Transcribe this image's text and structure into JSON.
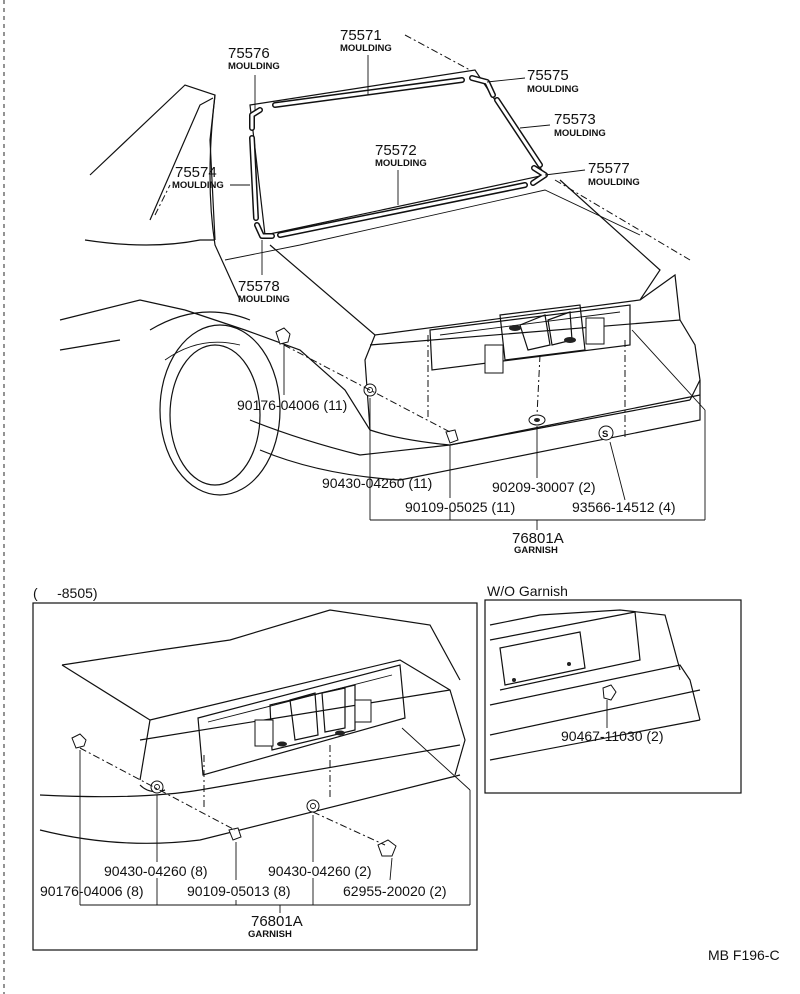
{
  "top": {
    "mouldings": [
      {
        "number": "75571",
        "name": "MOULDING"
      },
      {
        "number": "75576",
        "name": "MOULDING"
      },
      {
        "number": "75575",
        "name": "MOULDING"
      },
      {
        "number": "75573",
        "name": "MOULDING"
      },
      {
        "number": "75574",
        "name": "MOULDING"
      },
      {
        "number": "75572",
        "name": "MOULDING"
      },
      {
        "number": "75577",
        "name": "MOULDING"
      },
      {
        "number": "75578",
        "name": "MOULDING"
      }
    ],
    "parts": [
      "90176-04006 (11)",
      "90430-04260 (11)",
      "90209-30007 (2)",
      "90109-05025 (11)",
      "93566-14512 (4)"
    ],
    "garnish": {
      "number": "76801A",
      "name": "GARNISH"
    },
    "screw_symbol": "S"
  },
  "inset_left": {
    "header": "(     -8505)",
    "parts": [
      "90430-04260 (8)",
      "90430-04260 (2)",
      "90176-04006 (8)",
      "90109-05013 (8)",
      "62955-20020 (2)"
    ],
    "garnish": {
      "number": "76801A",
      "name": "GARNISH"
    }
  },
  "inset_right": {
    "header": "W/O Garnish",
    "parts": [
      "90467-11030 (2)"
    ]
  },
  "figure_code": "MB F196-C"
}
